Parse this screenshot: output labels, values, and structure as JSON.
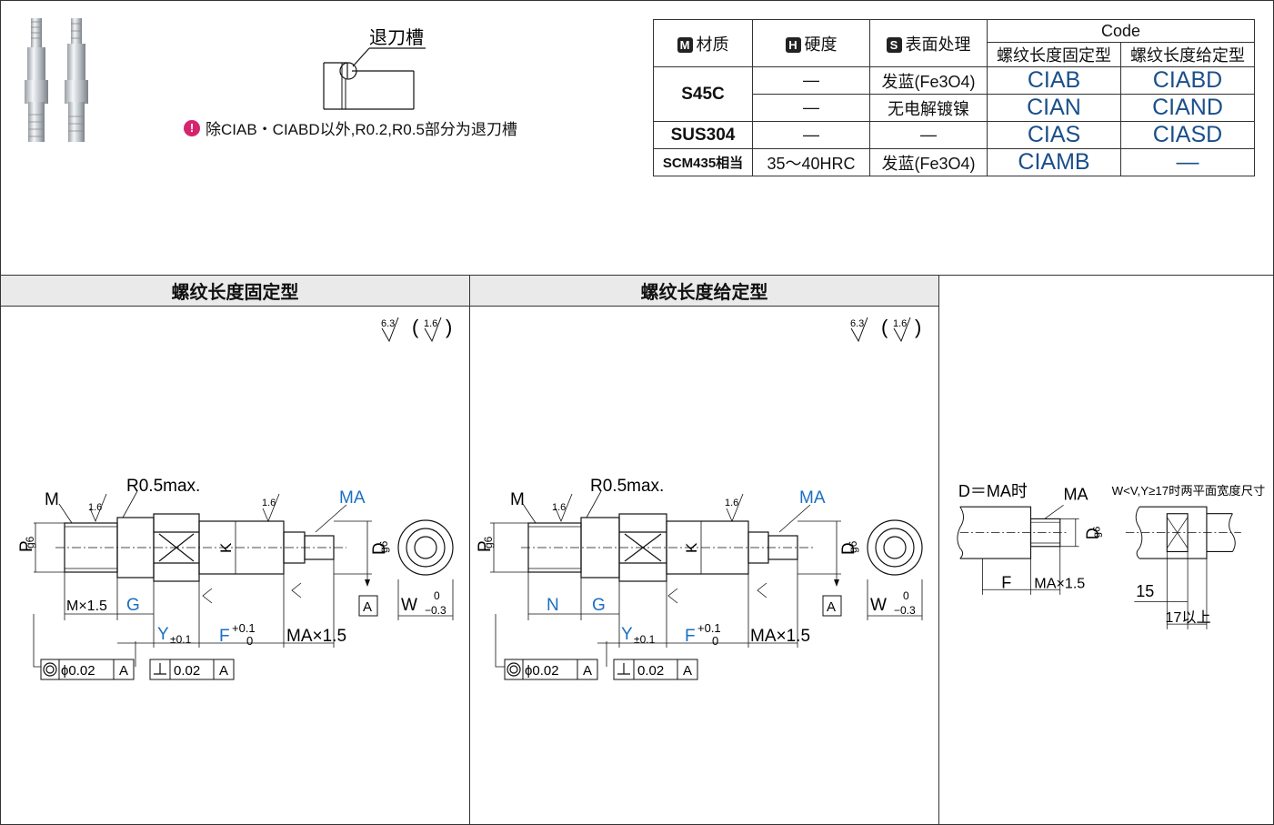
{
  "top": {
    "groove_label": "退刀槽",
    "note": "除CIAB・CIABD以外,R0.2,R0.5部分为退刀槽"
  },
  "table": {
    "headers": {
      "material_badge": "M",
      "material": "材质",
      "hardness_badge": "H",
      "hardness": "硬度",
      "surface_badge": "S",
      "surface": "表面处理",
      "code": "Code",
      "code_fixed": "螺纹长度固定型",
      "code_given": "螺纹长度给定型"
    },
    "rows": [
      {
        "material": "S45C",
        "hardness": "—",
        "surface": "发蓝(Fe3O4)",
        "fixed": "CIAB",
        "given": "CIABD"
      },
      {
        "material": "",
        "hardness": "—",
        "surface": "无电解镀镍",
        "fixed": "CIAN",
        "given": "CIAND"
      },
      {
        "material": "SUS304",
        "hardness": "—",
        "surface": "—",
        "fixed": "CIAS",
        "given": "CIASD"
      },
      {
        "material": "SCM435相当",
        "hardness": "35～40HRC",
        "surface": "发蓝(Fe3O4)",
        "fixed": "CIAMB",
        "given": "—"
      }
    ]
  },
  "panels": {
    "fixed_title": "螺纹长度固定型",
    "given_title": "螺纹长度给定型"
  },
  "drawing": {
    "rough1": "6.3",
    "rough2": "1.6",
    "M": "M",
    "MA": "MA",
    "R": "R0.5max.",
    "r16": "1.6",
    "P": "P",
    "g6": "g6",
    "D": "D",
    "K": "K",
    "MX15": "M×1.5",
    "G": "G",
    "N": "N",
    "Y": "Y",
    "ytol": "±0.1",
    "F": "F",
    "ftol_up": "+0.1",
    "ftol_lo": "0",
    "MAX15": "MA×1.5",
    "A": "A",
    "coax": "ϕ0.02",
    "perp": "0.02",
    "W": "W",
    "w_up": "0",
    "w_lo": "−0.3"
  },
  "side": {
    "d_eq": "D＝MA时",
    "MA": "MA",
    "D": "D",
    "g6": "g6",
    "F": "F",
    "MAX15": "MA×1.5",
    "cond": "W<V,Y≥17时两平面宽度尺寸",
    "n15": "15",
    "n17": "17以上"
  }
}
